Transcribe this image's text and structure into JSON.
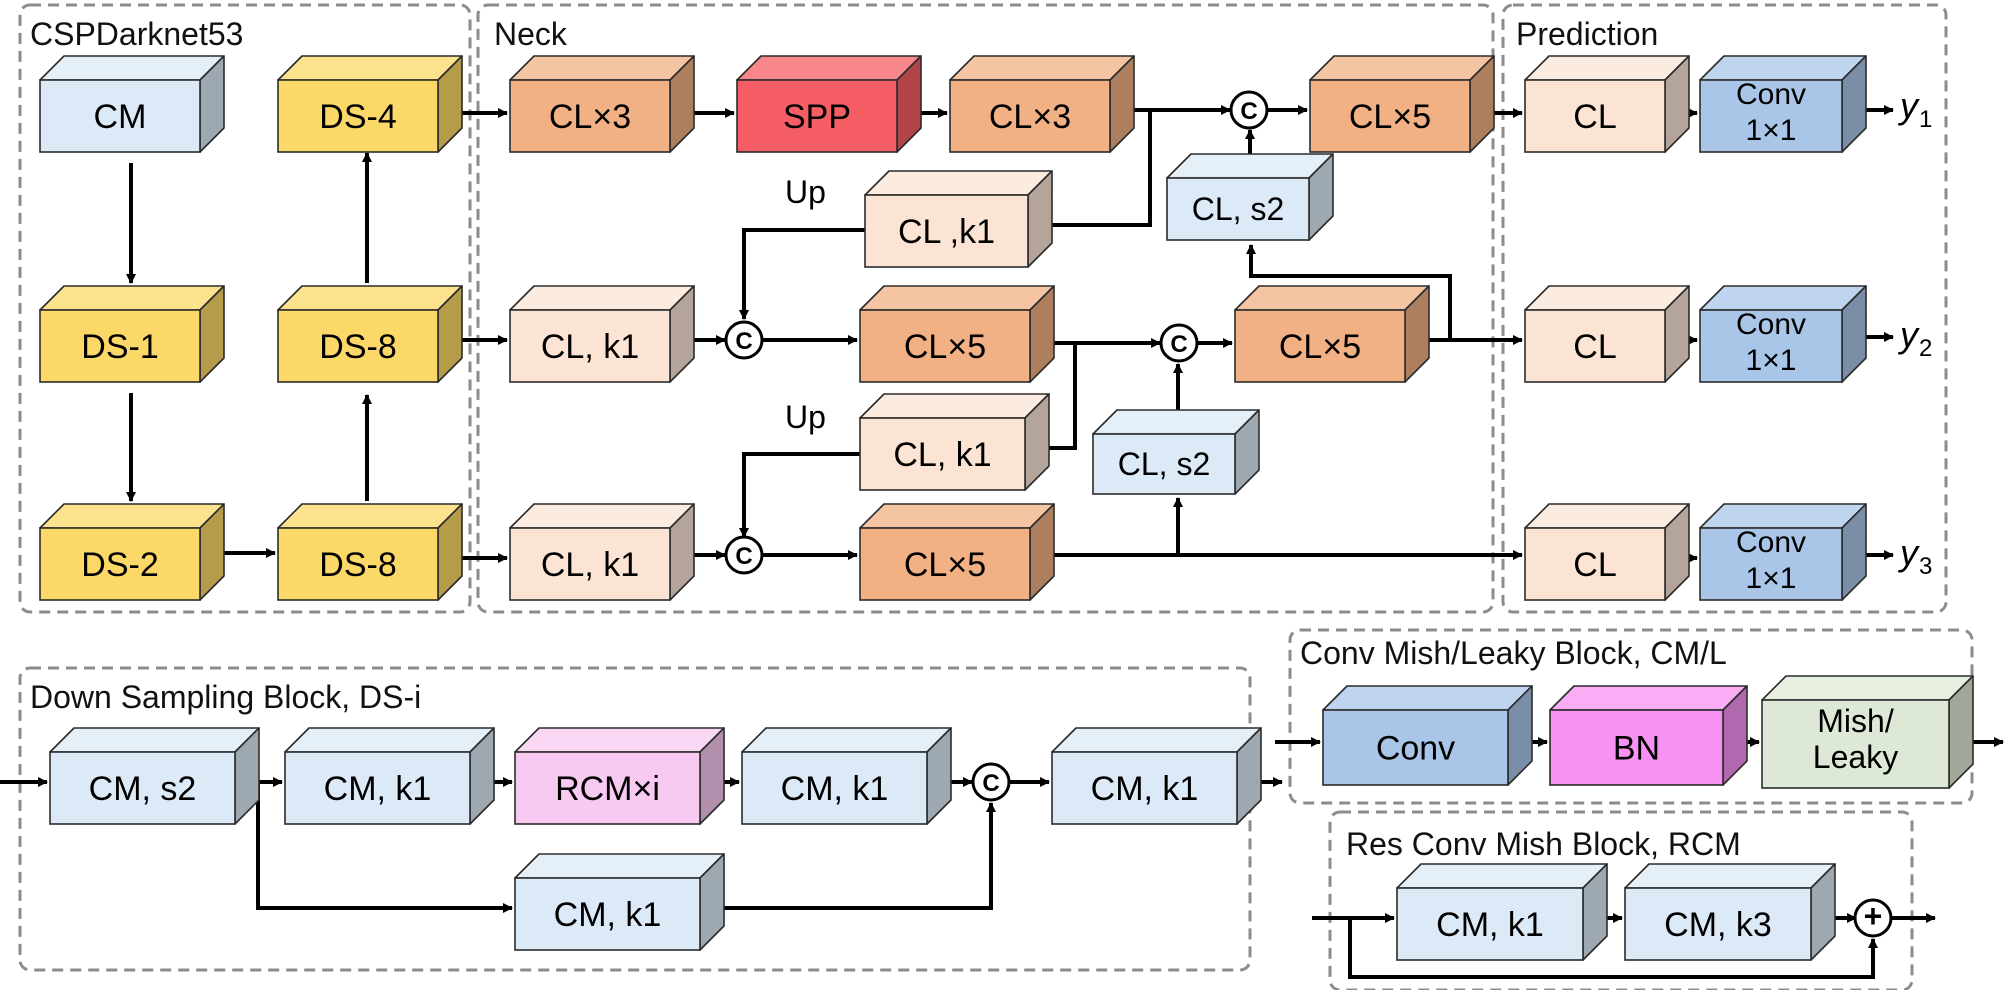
{
  "colors": {
    "light_blue": "#dce9f6",
    "yellow": "#fcd868",
    "orange": "#f2b184",
    "light_orange": "#fbe4d4",
    "red": "#f45e64",
    "blue": "#a9c6e8",
    "magenta": "#f592f2",
    "pink": "#f8c9f1",
    "green": "#dde9d6",
    "line": "#000000",
    "dash": "#8c8c8c"
  },
  "sections": {
    "backbone": "CSPDarknet53",
    "neck": "Neck",
    "prediction": "Prediction",
    "ds_block": "Down Sampling Block, DS-i",
    "cml_block": "Conv Mish/Leaky Block, CM/L",
    "rcm_block": "Res Conv Mish Block, RCM"
  },
  "blocks": {
    "cm": "CM",
    "ds1": "DS-1",
    "ds2": "DS-2",
    "ds4": "DS-4",
    "ds8a": "DS-8",
    "ds8b": "DS-8",
    "n_cl3a": "CL×3",
    "n_spp": "SPP",
    "n_cl3b": "CL×3",
    "n_cl5top": "CL×5",
    "n_clk1a": "CL ,k1",
    "n_cls2a": "CL, s2",
    "n_clk1b": "CL, k1",
    "n_cl5mid": "CL×5",
    "n_cl5mid2": "CL×5",
    "n_clk1c": "CL, k1",
    "n_cls2b": "CL, s2",
    "n_clk1d": "CL, k1",
    "n_cl5bot": "CL×5",
    "p_cl1": "CL",
    "p_cl2": "CL",
    "p_cl3": "CL",
    "p_conv1": [
      "Conv",
      "1×1"
    ],
    "p_conv2": [
      "Conv",
      "1×1"
    ],
    "p_conv3": [
      "Conv",
      "1×1"
    ],
    "d_cms2": "CM, s2",
    "d_cmk1a": "CM, k1",
    "d_rcm": "RCM×i",
    "d_cmk1b": "CM, k1",
    "d_cmk1c": "CM, k1",
    "d_cmk1skip": "CM, k1",
    "c_conv": "Conv",
    "c_bn": "BN",
    "c_mish": [
      "Mish/",
      "Leaky"
    ],
    "r_cmk1": "CM, k1",
    "r_cmk3": "CM, k3"
  },
  "labels": {
    "up1": "Up",
    "up2": "Up",
    "concat": "C",
    "add": "+"
  },
  "outputs": {
    "y1": {
      "base": "y",
      "sub": "1"
    },
    "y2": {
      "base": "y",
      "sub": "2"
    },
    "y3": {
      "base": "y",
      "sub": "3"
    }
  }
}
